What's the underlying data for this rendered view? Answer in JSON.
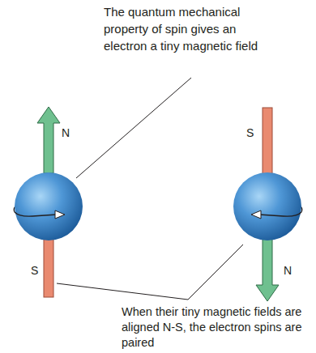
{
  "diagram": {
    "labels": [
      "The quantum mechanical property of spin gives an electron a tiny magnetic field",
      "N",
      "S",
      "S",
      "N",
      "When their tiny magnetic fields are aligned N-S, the electron spins are paired"
    ]
  }
}
